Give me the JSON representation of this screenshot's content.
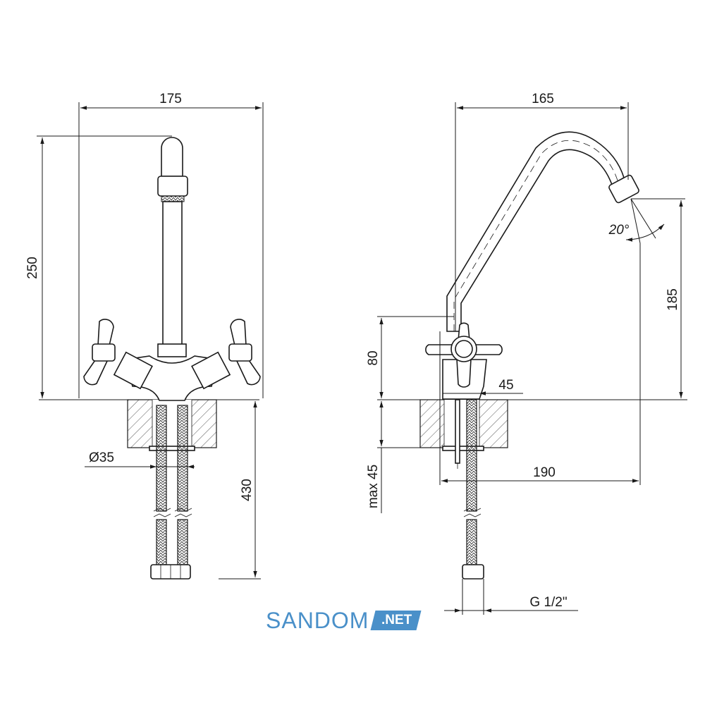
{
  "front_view": {
    "width_label": "175",
    "height_label": "250",
    "hole_diameter_label": "Ø35",
    "hose_length_label": "430"
  },
  "side_view": {
    "width_label": "165",
    "spout_height_label": "185",
    "spout_angle_label": "20°",
    "body_height_label": "80",
    "base_width_label": "45",
    "reach_label": "190",
    "deck_thickness_label": "max 45",
    "thread_label": "G 1/2\""
  },
  "brand": {
    "name": "SANDOM",
    "tld": ".NET"
  }
}
